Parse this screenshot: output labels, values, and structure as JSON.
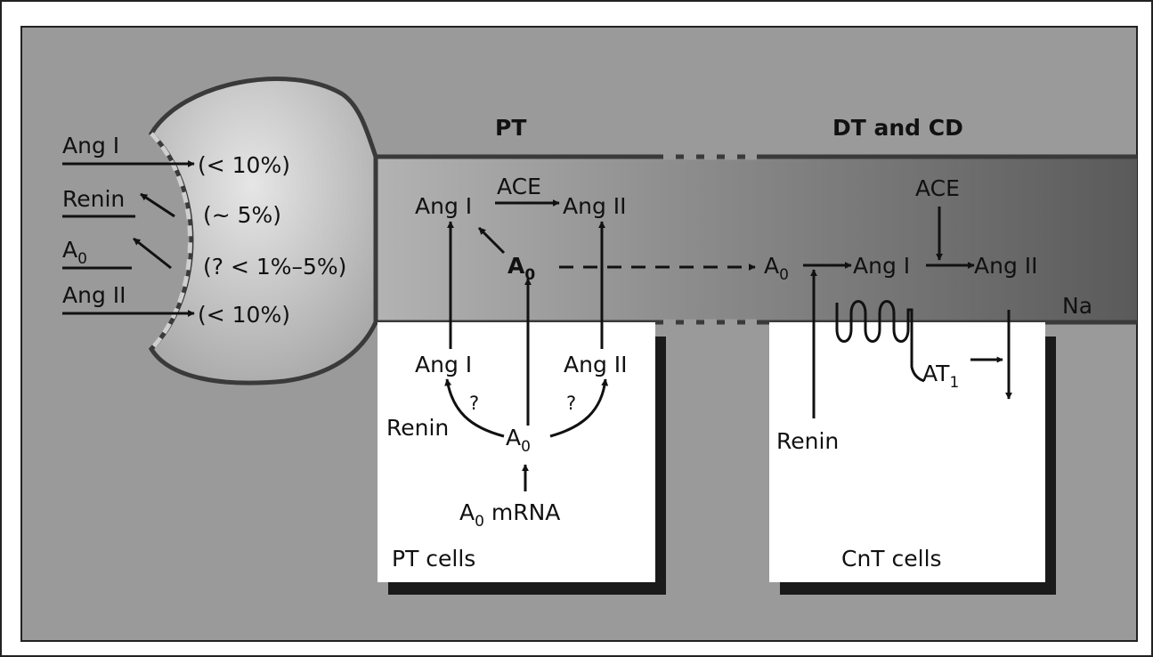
{
  "headers": {
    "pt": "PT",
    "dt_cd": "DT and CD",
    "na": "Na"
  },
  "left": {
    "ang1": "Ang I",
    "renin": "Renin",
    "a0_base": "A",
    "a0_sub": "0",
    "ang2": "Ang II",
    "pct_ang1": "(< 10%)",
    "pct_renin": "(~ 5%)",
    "pct_a0": "(? < 1%–5%)",
    "pct_ang2": "(< 10%)"
  },
  "pt_lumen": {
    "ang1": "Ang I",
    "ace": "ACE",
    "ang2": "Ang II",
    "a0_base": "A",
    "a0_sub": "0"
  },
  "pt_cell": {
    "ang1": "Ang I",
    "ang2": "Ang II",
    "q1": "?",
    "q2": "?",
    "renin": "Renin",
    "a0_base": "A",
    "a0_sub": "0",
    "mrna_base": "A",
    "mrna_sub": "0",
    "mrna_rest": " mRNA",
    "box_label": "PT cells"
  },
  "dt_lumen": {
    "ace": "ACE",
    "a0_base": "A",
    "a0_sub": "0",
    "ang1": "Ang I",
    "ang2": "Ang II"
  },
  "cnt_cell": {
    "renin": "Renin",
    "at1_base": "AT",
    "at1_sub": "1",
    "box_label": "CnT cells"
  },
  "colors": {
    "background": "#9a9a9a",
    "lumen_dark": "#5e5e5e",
    "bulb_light": "#d2d2d2",
    "outline": "#3a3a3a",
    "cell": "#ffffff",
    "shadow": "#1a1a1a"
  }
}
